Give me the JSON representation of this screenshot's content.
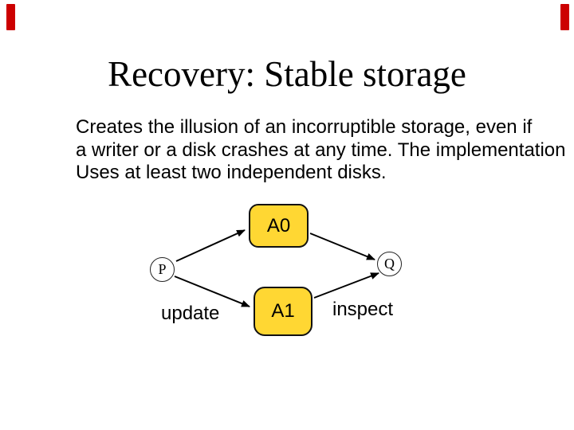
{
  "slide": {
    "title": "Recovery: Stable storage",
    "body_lines": [
      "Creates the illusion of an incorruptible storage, even if",
      "a writer or a disk crashes at any time. The implementation",
      "Uses at least two independent disks."
    ]
  },
  "diagram": {
    "nodes": [
      {
        "id": "P",
        "label": "P",
        "shape": "circle"
      },
      {
        "id": "A0",
        "label": "A0",
        "shape": "rounded-rect"
      },
      {
        "id": "A1",
        "label": "A1",
        "shape": "rounded-rect"
      },
      {
        "id": "Q",
        "label": "Q",
        "shape": "circle"
      }
    ],
    "edges": [
      {
        "from": "P",
        "to": "A0"
      },
      {
        "from": "P",
        "to": "A1"
      },
      {
        "from": "A0",
        "to": "Q"
      },
      {
        "from": "A1",
        "to": "Q"
      }
    ],
    "edge_labels": {
      "update": "update",
      "inspect": "inspect"
    }
  },
  "colors": {
    "node_fill": "#ffd733",
    "accent_red": "#cc0000",
    "text": "#000000"
  }
}
